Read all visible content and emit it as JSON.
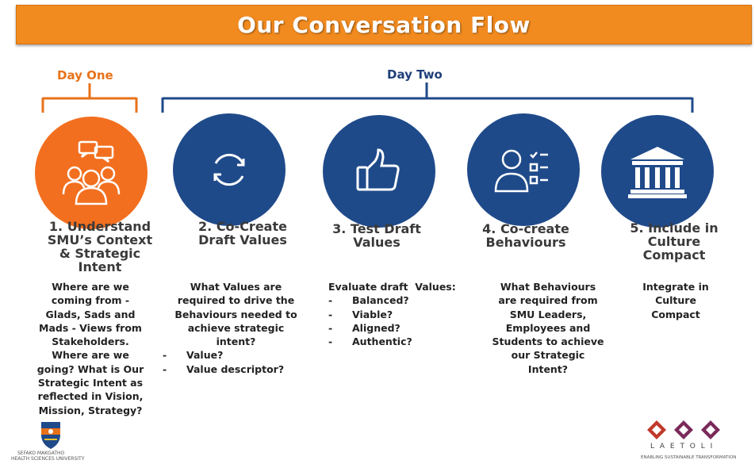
{
  "header": {
    "title": "Our Conversation Flow"
  },
  "days": {
    "day_one": "Day One",
    "day_two": "Day Two"
  },
  "steps": [
    {
      "title_lines": [
        "1. Understand",
        "SMU’s Context",
        "& Strategic",
        "Intent"
      ],
      "body_lines": [
        "Where are we",
        "coming from -",
        "Glads, Sads and",
        "Mads - Views from",
        "Stakeholders.",
        "Where are we",
        "going? What is Our",
        "Strategic Intent as",
        "reflected in Vision,",
        "Mission, Strategy?"
      ],
      "icon": "people-chat-icon",
      "color": "#f26f1f"
    },
    {
      "title_lines": [
        "2. Co-Create",
        "Draft Values"
      ],
      "body_lines": [
        "What Values are",
        "required to drive the",
        "Behaviours needed to",
        "achieve strategic",
        "intent?"
      ],
      "bullets": [
        "Value?",
        "Value descriptor?"
      ],
      "icon": "refresh-icon",
      "color": "#1f4a8a"
    },
    {
      "title_lines": [
        "3. Test Draft",
        "Values"
      ],
      "body_lines": [
        "Evaluate draft  Values:"
      ],
      "bullets": [
        "Balanced?",
        "Viable?",
        "Aligned?",
        "Authentic?"
      ],
      "icon": "thumbs-up-icon",
      "color": "#1f4a8a"
    },
    {
      "title_lines": [
        "4. Co-create",
        "Behaviours"
      ],
      "body_lines": [
        "What Behaviours",
        "are required from",
        "SMU Leaders,",
        "Employees and",
        "Students to achieve",
        "our Strategic",
        "Intent?"
      ],
      "icon": "person-checklist-icon",
      "color": "#1f4a8a"
    },
    {
      "title_lines": [
        "5. Include in",
        "Culture",
        "Compact"
      ],
      "body_lines": [
        "Integrate in",
        "Culture",
        "Compact"
      ],
      "icon": "institution-building-icon",
      "color": "#1f4a8a"
    }
  ],
  "logos": {
    "left_line1": "SEFAKO MAKGATHO",
    "left_line2": "HEALTH SCIENCES UNIVERSITY",
    "right_name": "L A E T O L I",
    "right_tagline": "ENABLING SUSTAINABLE TRANSFORMATION"
  },
  "colors": {
    "accent_orange": "#f28b1f",
    "circle_orange": "#f26f1f",
    "navy": "#1f4a8a"
  }
}
